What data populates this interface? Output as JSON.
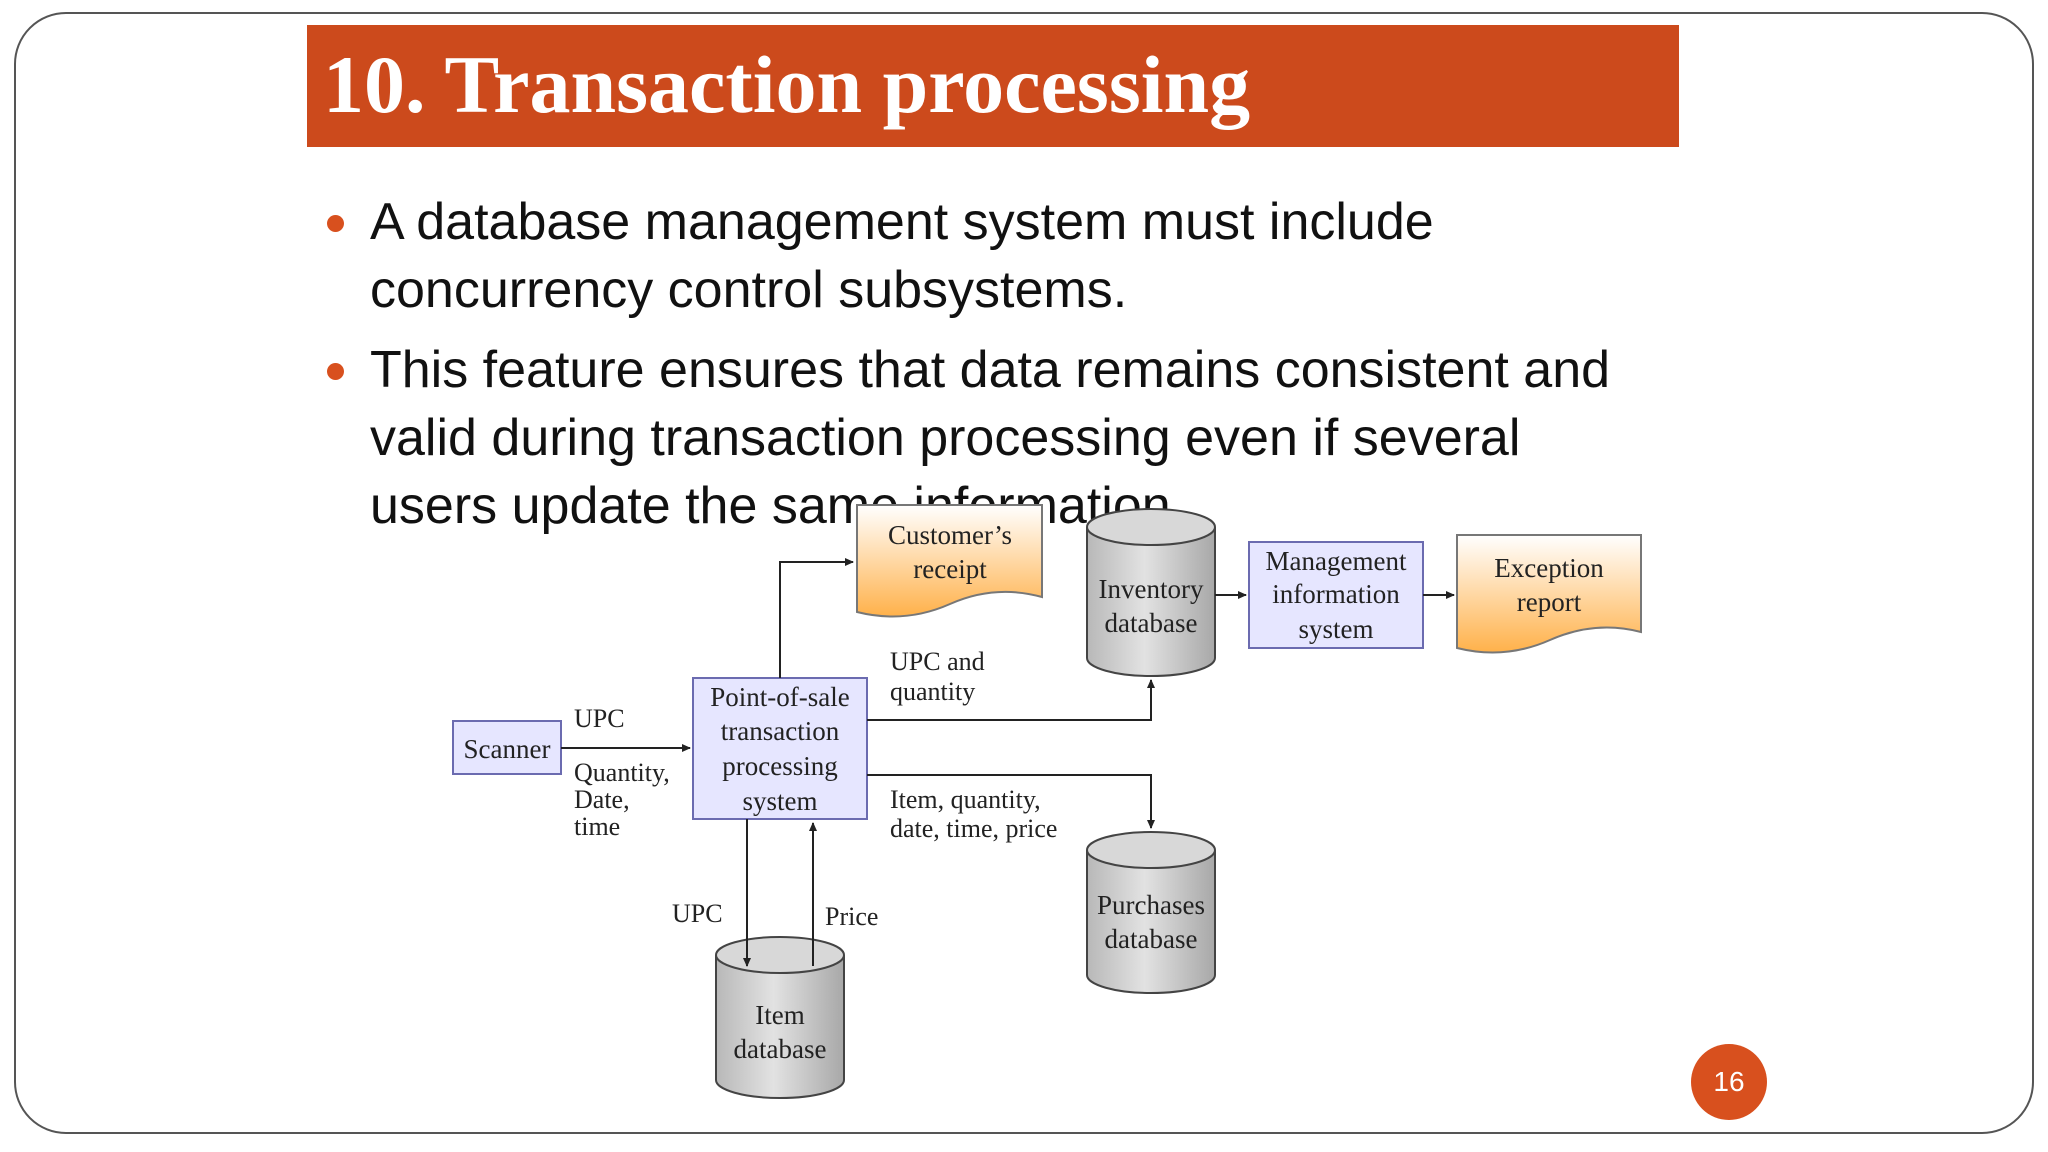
{
  "slide": {
    "title": "10. Transaction processing",
    "bullets": [
      {
        "lines": [
          "A database management system must include",
          "concurrency control subsystems."
        ]
      },
      {
        "lines": [
          "This feature ensures that data remains consistent and",
          "valid during transaction processing even if several",
          "users update the same information."
        ]
      }
    ],
    "page_number": "16"
  },
  "diagram": {
    "nodes": {
      "scanner": {
        "label": "Scanner"
      },
      "pos": {
        "lines": [
          "Point-of-sale",
          "transaction",
          "processing",
          "system"
        ]
      },
      "receipt": {
        "lines": [
          "Customer’s",
          "receipt"
        ]
      },
      "inventory_db": {
        "lines": [
          "Inventory",
          "database"
        ]
      },
      "mis": {
        "lines": [
          "Management",
          "information",
          "system"
        ]
      },
      "exception": {
        "lines": [
          "Exception",
          "report"
        ]
      },
      "purchases_db": {
        "lines": [
          "Purchases",
          "database"
        ]
      },
      "item_db": {
        "lines": [
          "Item",
          "database"
        ]
      }
    },
    "edges": {
      "scanner_pos_upc": "UPC",
      "scanner_pos_extra": [
        "Quantity,",
        "Date,",
        "time"
      ],
      "pos_inventory": [
        "UPC and",
        "quantity"
      ],
      "pos_purchases": [
        "Item, quantity,",
        "date, time, price"
      ],
      "pos_item": "UPC",
      "item_pos": "Price"
    },
    "colors": {
      "process_fill": "#e6e6ff",
      "process_stroke": "#6b6bb0",
      "document_fill_top": "#ffffff",
      "document_fill_bottom": "#ffb14a",
      "database_fill": "#c8c8c8",
      "database_stroke": "#444444",
      "accent": "#cc4a1c"
    }
  }
}
